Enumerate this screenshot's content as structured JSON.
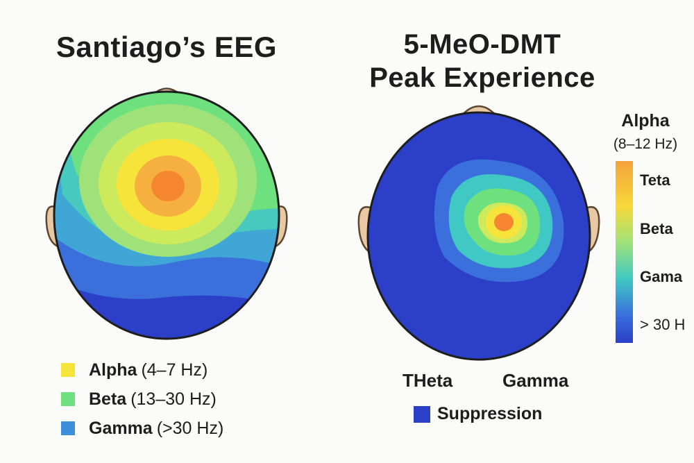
{
  "left_panel": {
    "title": "Santiago’s EEG",
    "legend": [
      {
        "name": "Alpha",
        "range": "(4–7 Hz)",
        "color": "#f7e43a"
      },
      {
        "name": "Beta",
        "range": "(13–30 Hz)",
        "color": "#6ee07e"
      },
      {
        "name": "Gamma",
        "range": "(>30 Hz)",
        "color": "#3d8fdb"
      }
    ]
  },
  "right_panel": {
    "title_line1": "5-MeO-DMT",
    "title_line2": "Peak Experience",
    "band_labels": [
      "THeta",
      "Gamma"
    ],
    "suppression_label": "Suppression",
    "suppression_color": "#2b3fc9"
  },
  "colorbar": {
    "title": "Alpha",
    "subtitle": "(8–12 Hz)",
    "ticks": [
      "Teta",
      "Beta",
      "Gama",
      "> 30 H"
    ]
  },
  "colors": {
    "background": "#fbfbfa",
    "skin": "#e8c9a3",
    "peak": "#f5862f",
    "base": "#2b3fc9"
  }
}
